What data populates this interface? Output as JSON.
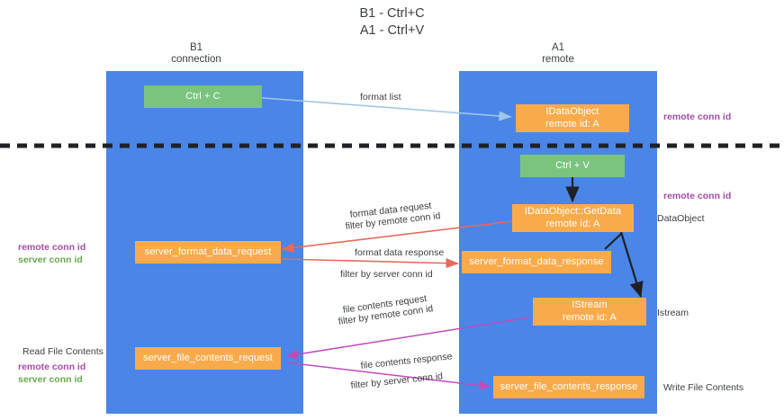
{
  "title": {
    "line1": "B1 - Ctrl+C",
    "line2": "A1 - Ctrl+V"
  },
  "lanes": [
    {
      "id": "b1",
      "name": "B1",
      "role": "connection"
    },
    {
      "id": "a1",
      "name": "A1",
      "role": "remote"
    }
  ],
  "nodes": {
    "ctrl_c": {
      "line1": "Ctrl + C",
      "line2": ""
    },
    "ctrl_v": {
      "line1": "Ctrl + V",
      "line2": ""
    },
    "idataobject": {
      "line1": "IDataObject",
      "line2": "remote id: A"
    },
    "getdata": {
      "line1": "IDataObject::GetData",
      "line2": "remote id: A"
    },
    "istream": {
      "line1": "IStream",
      "line2": "remote id: A"
    },
    "server_format_data_request": {
      "line1": "server_format_data_request",
      "line2": ""
    },
    "server_format_data_response": {
      "line1": "server_format_data_response",
      "line2": ""
    },
    "server_file_contents_request": {
      "line1": "server_file_contents_request",
      "line2": ""
    },
    "server_file_contents_response": {
      "line1": "server_file_contents_response",
      "line2": ""
    }
  },
  "edge_labels": {
    "format_list": "format list",
    "format_data_request": "format data request",
    "format_data_request_filter_prefix": "filter by ",
    "format_data_request_filter_key": "remote conn id",
    "format_data_response": "format data response",
    "format_data_response_filter_prefix": "filter by ",
    "format_data_response_filter_key": "server conn id",
    "file_contents_request": "file contents request",
    "file_contents_request_filter_prefix": "filter by ",
    "file_contents_request_filter_key": "remote conn id",
    "file_contents_response": "file contents response",
    "file_contents_response_filter_prefix": "filter by ",
    "file_contents_response_filter_key": "server conn id"
  },
  "right_annotations": {
    "remote_conn_id_top": "remote conn id",
    "remote_conn_id_mid": "remote conn id",
    "dataobject": "DataObject",
    "istream": "Istream",
    "write_file_contents": "Write File Contents"
  },
  "left_annotations": {
    "remote_conn_id_mid": "remote conn id",
    "server_conn_id_mid": "server conn id",
    "read_file_contents": "Read File Contents",
    "remote_conn_id_bottom": "remote conn id",
    "server_conn_id_bottom": "server conn id"
  },
  "colors": {
    "lane": "#4a86e8",
    "node_orange": "#f9ab4c",
    "node_green": "#7bc47f",
    "arrow_blue": "#9fc5e8",
    "arrow_red": "#e8695a",
    "arrow_magenta": "#c04bbb",
    "arrow_black": "#202124",
    "key_purple": "#a64ca6",
    "key_green": "#6aa84f",
    "divider": "#202124"
  }
}
